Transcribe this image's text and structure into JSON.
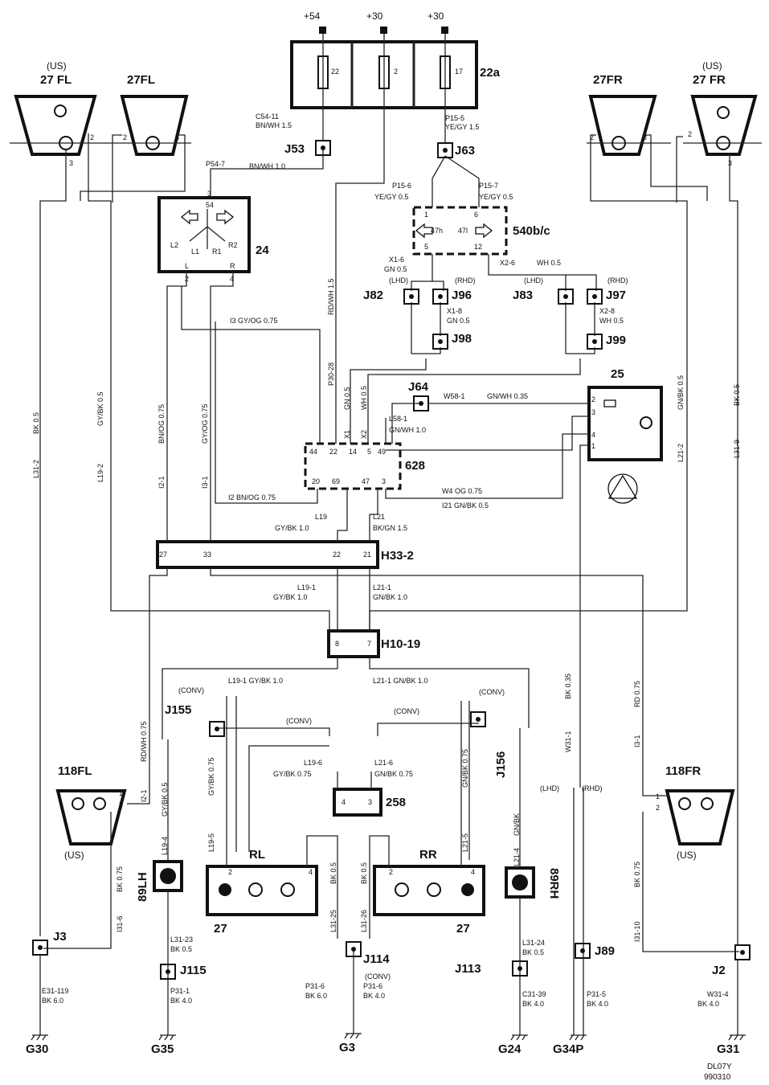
{
  "supply": {
    "s1": "+54",
    "s2": "+30",
    "s3": "+30",
    "fuse_box": "22a",
    "f1": "22",
    "f2": "2",
    "f3": "17"
  },
  "comp": {
    "fl_us_note": "(US)",
    "fl_us": "27   FL",
    "fl": "27FL",
    "fr": "27FR",
    "fr_us_note": "(US)",
    "fr_us": "27   FR",
    "switch": "24",
    "flasher": "540b/c",
    "module": "628",
    "hazard": "25",
    "h33": "H33-2",
    "h10": "H10-19",
    "c258": "258",
    "rl": "RL",
    "rr": "RR",
    "rl_num": "27",
    "rr_num": "27",
    "side_l": "89LH",
    "side_r": "89RH",
    "m118fl": "118FL",
    "m118fr": "118FR",
    "us_l": "(US)",
    "us_r": "(US)"
  },
  "junctions": {
    "j53": "J53",
    "j63": "J63",
    "j82": "J82",
    "j96": "J96",
    "j98": "J98",
    "j83": "J83",
    "j97": "J97",
    "j99": "J99",
    "j64": "J64",
    "j155": "J155",
    "j156": "J156",
    "j3": "J3",
    "j115": "J115",
    "j114": "J114",
    "j113": "J113",
    "j89": "J89",
    "j2": "J2"
  },
  "grounds": {
    "g30": "G30",
    "g35": "G35",
    "g3": "G3",
    "g24": "G24",
    "g34p": "G34P",
    "g31": "G31"
  },
  "footer": {
    "code": "DL07Y",
    "date": "990310"
  },
  "wires": {
    "c5411": "C54-11",
    "bnwh15": "BN/WH      1.5",
    "p155": "P15-5",
    "yegy15": "YE/GY        1.5",
    "p547": "P54-7",
    "bnwh10": "BN/WH      1.0",
    "p156": "P15-6",
    "yegy05a": "YE/GY    0.5",
    "p157": "P15-7",
    "yegy05b": "YE/GY          0.5",
    "x16": "X1-6",
    "gn05": "GN   0.5",
    "x26": "X2-6",
    "wh05": "WH   0.5",
    "lhd1": "(LHD)",
    "rhd1": "(RHD)",
    "lhd2": "(LHD)",
    "rhd2": "(RHD)",
    "x18": "X1-8",
    "gn05b": "GN   0.5",
    "x28": "X2-8",
    "wh05b": "WH   0.5",
    "i3": "I3    GY/OG      0.75",
    "p3028": "P30-28",
    "rdwh15": "RD/WH",
    "w581": "W58-1",
    "gnwh035": "GN/WH      0.35",
    "l581": "L58-1",
    "gnwh10": "GN/WH      1.0",
    "w4": "W4    OG    0.75",
    "i21": "I21      GN/BK      0.5",
    "i2": "I2    BN/OG      0.75",
    "l19": "L19",
    "gybk10": "GY/BK        1.0",
    "l21": "L21",
    "bkgn15": "BK/GN      1.5",
    "l191": "L19-1",
    "gybk10b": "GY/BK   1.0",
    "l211": "L21-1",
    "gnbk10": "GN/BK      1.0",
    "l191b": "L19-1      GY/BK        1.0",
    "l211b": "L21-1          GN/BK         1.0",
    "conv1": "(CONV)",
    "conv2": "(CONV)",
    "conv3": "(CONV)",
    "conv4": "(CONV)",
    "conv5": "(CONV)",
    "l196": "L19-6",
    "gybk075": "GY/BK    0.75",
    "l216": "L21-6",
    "gnbk075": "GN/BK    0.75",
    "l3123": "L31-23",
    "bk05a": "BK    0.5",
    "l3124": "L31-24",
    "bk05b": "BK    0.5",
    "e31119": "E31-119",
    "bk60a": "BK    6.0",
    "p311": "P31-1",
    "bk40a": "BK    4.0",
    "p316a": "P31-6",
    "bk60b": "BK    6.0",
    "p316b": "P31-6",
    "bk40b": "BK   4.0",
    "c3139": "C31-39",
    "bk40c": "BK    4.0",
    "p315": "P31-5",
    "bk40d": "BK    4.0",
    "w314": "W31-4",
    "bk40e": "BK    4.0",
    "lhd3": "(LHD)",
    "rhd3": "(RHD)",
    "v_l312": "L31-2",
    "v_bk05l": "BK   0.5",
    "v_l192": "L19-2",
    "v_gybk05": "GY/BK    0.5",
    "v_i21": "I2-1",
    "v_bnog": "BN/OG   0.75",
    "v_i31": "I3-1",
    "v_gyog": "GY/OG   0.75",
    "v_rdwh15": "RD/WH        1.5",
    "v_gn05": "GN   0.5",
    "v_wh05": "WH   0.5",
    "v_x1": "X1",
    "v_x2": "X2",
    "v_l212": "L21-2",
    "v_gnbk05": "GN/BK   0.5",
    "v_l319": "L31-9",
    "v_bk05r": "BK   0.5",
    "v_rdwh075": "RD/WH    0.75",
    "v_i21b": "I2-1",
    "v_gybk05b": "GY/BK   0.5",
    "v_l194": "L19-4",
    "v_gybk075": "GY/BK    0.75",
    "v_l195": "L19-5",
    "v_bk075l": "BK   0.75",
    "v_i316": "I31-6",
    "v_bk05m1": "BK    0.5",
    "v_l3125": "L31-25",
    "v_bk05m2": "BK    0.5",
    "v_l3126": "L31-26",
    "v_gnbk075": "GN/BK   0.75",
    "v_l215": "L21-5",
    "v_gnbk05b": "GN/BK",
    "v_l214": "L21-4",
    "v_w311": "W31-1",
    "v_bk035": "BK    0.35",
    "v_rd075": "RD    0.75",
    "v_i31b": "I3-1",
    "v_bk075r": "BK   0.75",
    "v_l3110": "I31-10"
  }
}
